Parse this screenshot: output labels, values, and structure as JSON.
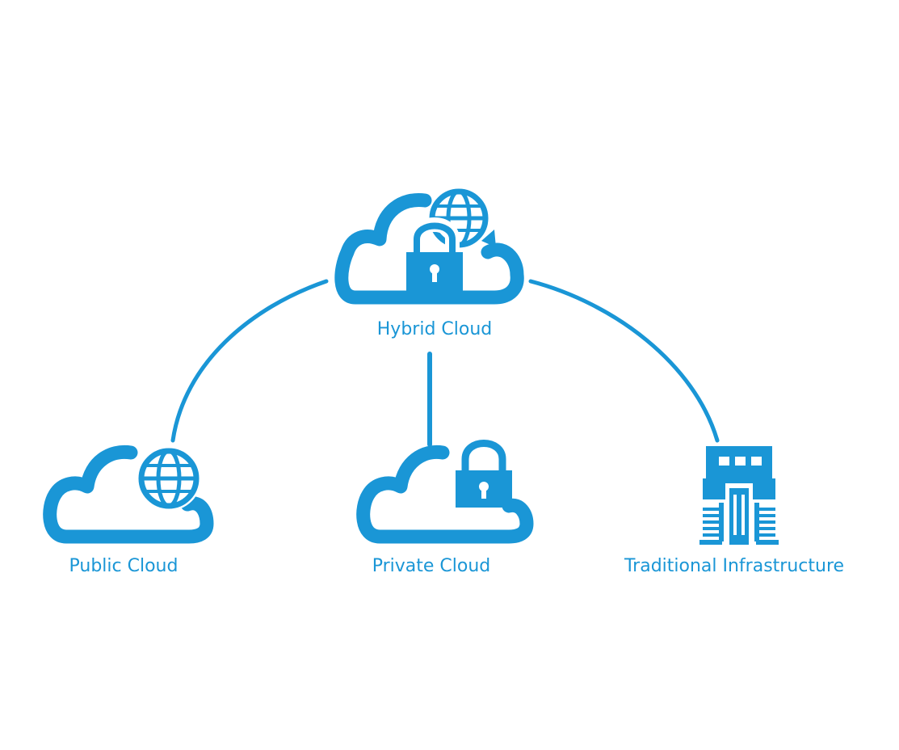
{
  "colors": {
    "accent": "#1a96d6"
  },
  "nodes": {
    "hybrid": {
      "label": "Hybrid Cloud",
      "icons": [
        "cloud-icon",
        "globe-icon",
        "lock-icon"
      ]
    },
    "public": {
      "label": "Public Cloud",
      "icons": [
        "cloud-icon",
        "globe-icon"
      ]
    },
    "private": {
      "label": "Private Cloud",
      "icons": [
        "cloud-icon",
        "lock-icon"
      ]
    },
    "traditional": {
      "label": "Traditional Infrastructure",
      "icons": [
        "server-building-icon"
      ]
    }
  },
  "edges": [
    {
      "from": "hybrid",
      "to": "public"
    },
    {
      "from": "hybrid",
      "to": "private"
    },
    {
      "from": "hybrid",
      "to": "traditional"
    }
  ]
}
